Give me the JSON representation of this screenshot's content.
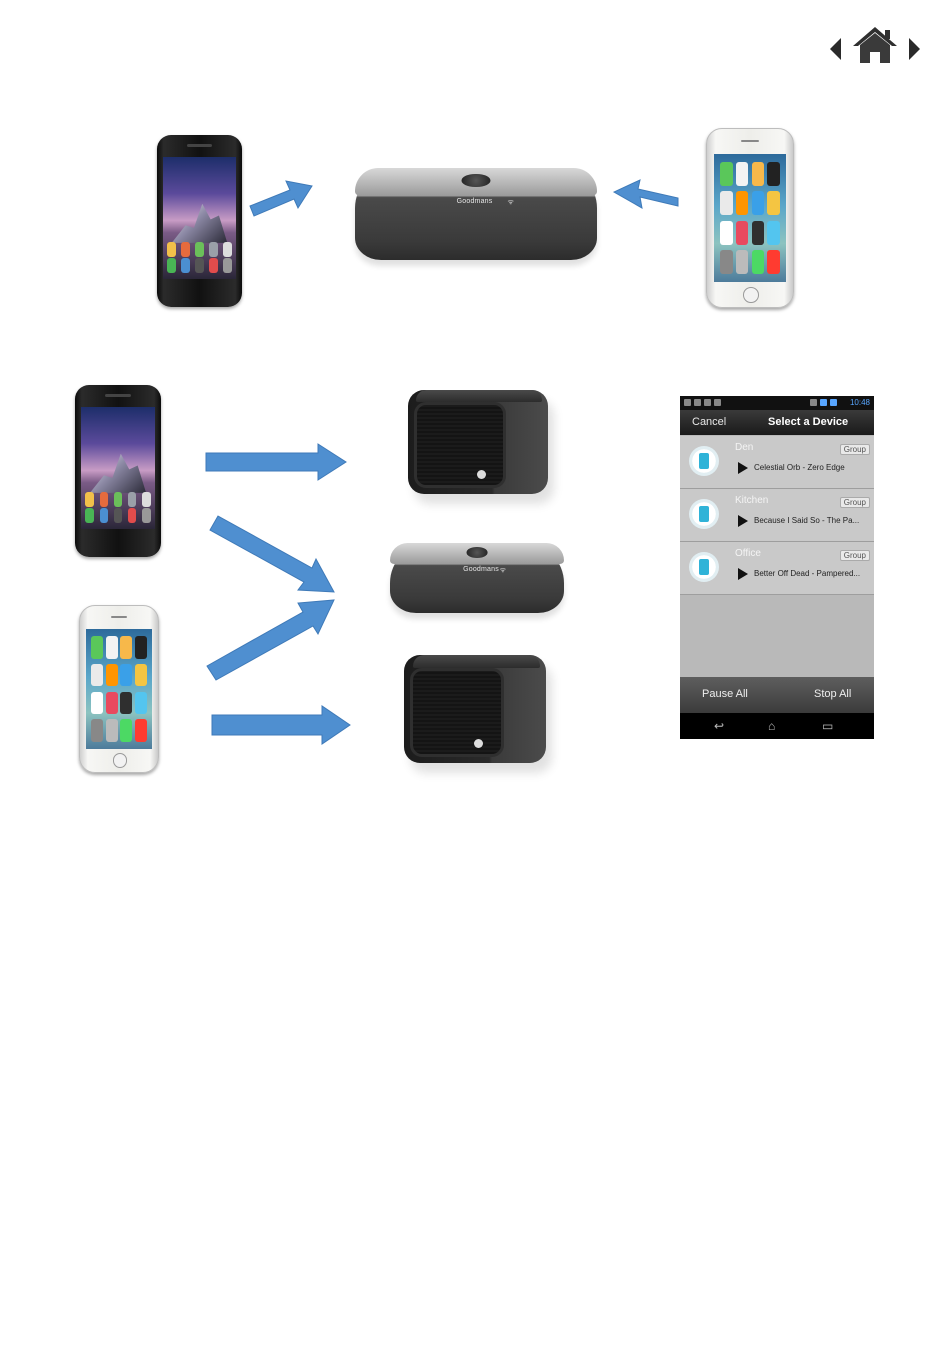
{
  "nav": {
    "prev_icon": "triangle-left-icon",
    "home_icon": "home-icon",
    "next_icon": "triangle-right-icon"
  },
  "colors": {
    "arrow_fill": "#4f8fd0",
    "arrow_stroke": "#3f7ab8",
    "app_status_time": "#58a6ff",
    "speaker_icon": "#2fb3d8"
  },
  "top_diagram": {
    "speaker_brand": "Goodmans"
  },
  "bottom_diagram": {
    "speaker_brand": "Goodmans"
  },
  "app": {
    "status_time": "10:48",
    "header": {
      "cancel_label": "Cancel",
      "title": "Select a Device"
    },
    "devices": [
      {
        "name": "Den",
        "group_label": "Group",
        "track": "Celestial Orb - Zero Edge"
      },
      {
        "name": "Kitchen",
        "group_label": "Group",
        "track": "Because I Said So - The Pa..."
      },
      {
        "name": "Office",
        "group_label": "Group",
        "track": "Better Off Dead - Pampered..."
      }
    ],
    "footer": {
      "pause_all_label": "Pause All",
      "stop_all_label": "Stop All"
    }
  }
}
